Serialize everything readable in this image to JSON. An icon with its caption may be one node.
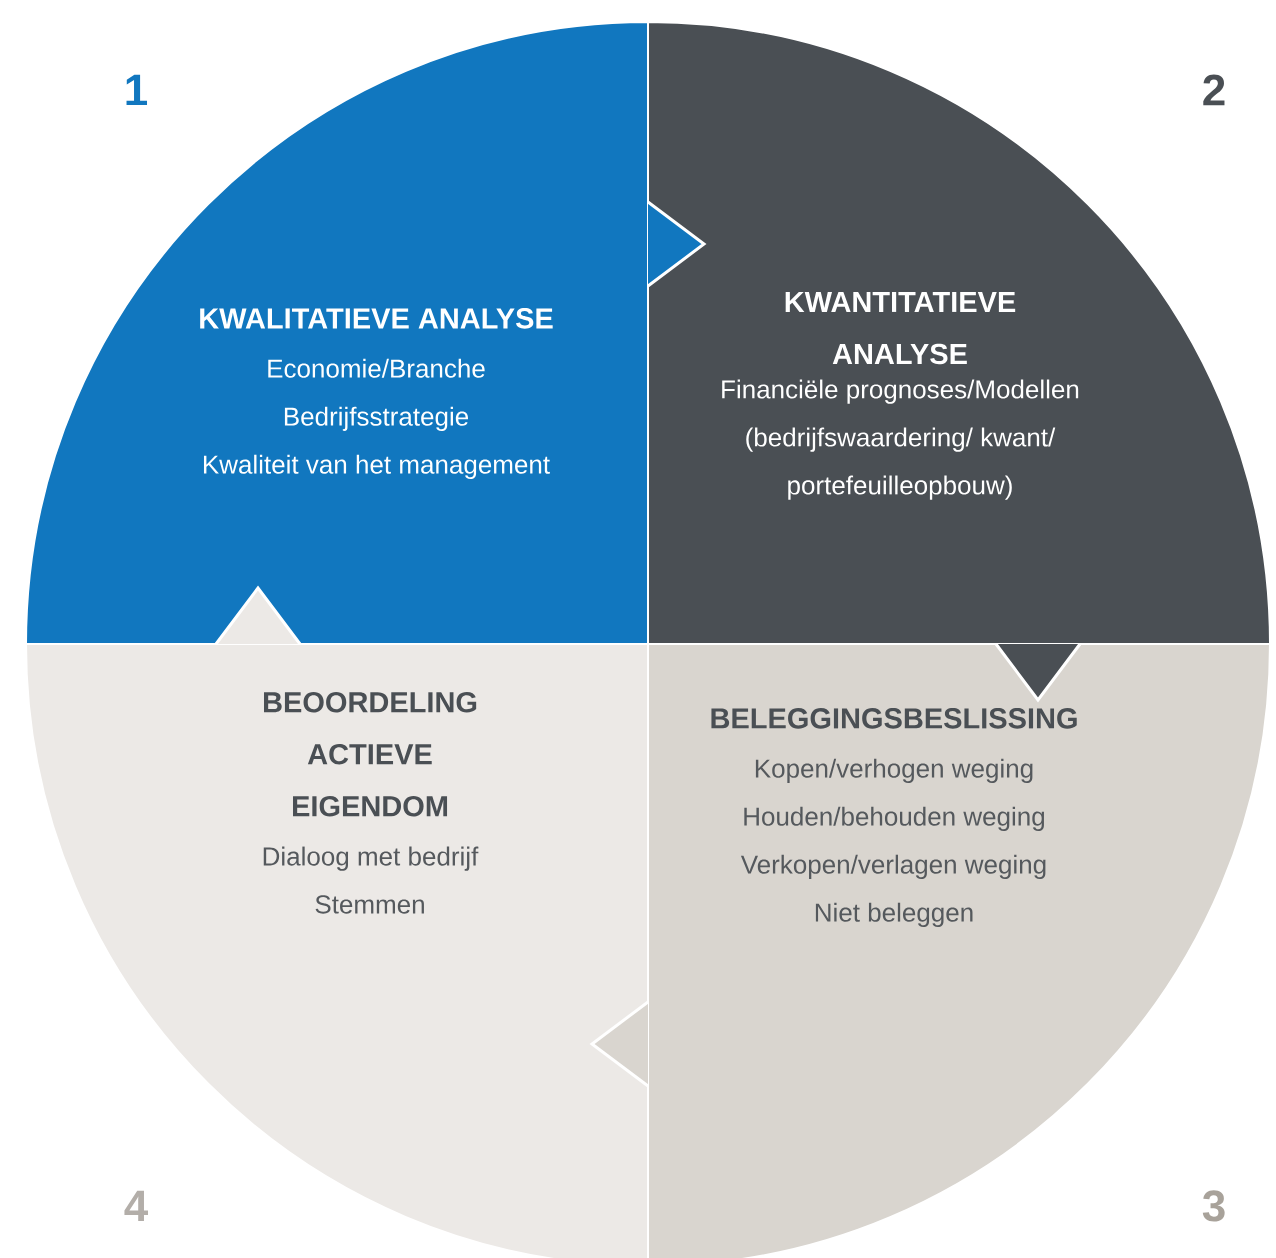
{
  "diagram": {
    "nodes": [
      {
        "text": [
          "KWALITATIEVE ANALYSE",
          "Economie/Branche",
          "Bedrijfsstrategie",
          "Kwaliteit van het management"
        ]
      },
      {
        "text": [
          "KWANTITATIEVE ANALYSE",
          "Financiële prognoses/Modellen (bedrijfswaardering/ kwant/ portefeuilleopbouw)"
        ]
      },
      {
        "text": [
          "BELEGGINGSBESLISSING",
          "Kopen/verhogen weging",
          "Houden/behouden weging",
          "Verkopen/verlagen weging",
          "Niet beleggen"
        ]
      },
      {
        "text": [
          "BEOORDELING ACTIEVE EIGENDOM",
          "Dialoog met bedrijf",
          "Stemmen"
        ]
      }
    ],
    "edges": [
      {
        "from": 0,
        "to": 1,
        "arrow": "to"
      },
      {
        "from": 1,
        "to": 2,
        "arrow": "to"
      },
      {
        "from": 2,
        "to": 3,
        "arrow": "to"
      },
      {
        "from": 3,
        "to": 0,
        "arrow": "to"
      }
    ],
    "labels": [
      "1",
      "2",
      "4",
      "3"
    ]
  }
}
